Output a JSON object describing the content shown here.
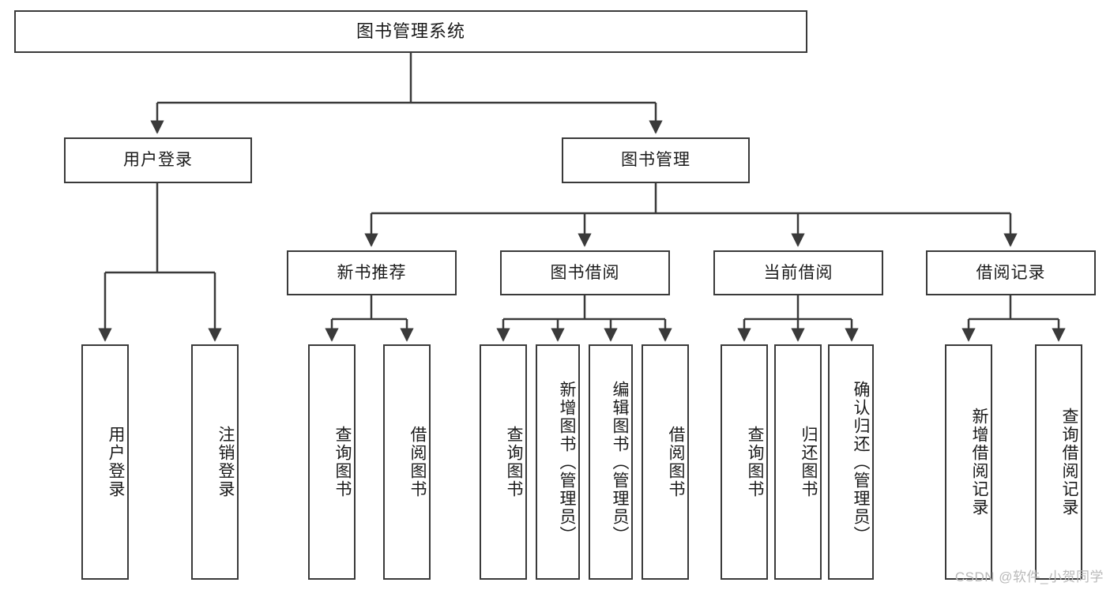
{
  "diagram": {
    "title": "图书管理系统",
    "type": "tree-hierarchy-chart",
    "stroke_color": "#3a3a3a",
    "background_color": "#ffffff",
    "text_color": "#1a1a1a"
  },
  "root": {
    "label": "图书管理系统"
  },
  "level2": [
    {
      "id": "user-login",
      "label": "用户登录"
    },
    {
      "id": "book-management",
      "label": "图书管理"
    }
  ],
  "level3": [
    {
      "id": "new-book-recommend",
      "label": "新书推荐",
      "parent": "book-management"
    },
    {
      "id": "book-borrow",
      "label": "图书借阅",
      "parent": "book-management"
    },
    {
      "id": "current-borrow",
      "label": "当前借阅",
      "parent": "book-management"
    },
    {
      "id": "borrow-record",
      "label": "借阅记录",
      "parent": "book-management"
    }
  ],
  "leaves": {
    "user_login": [
      {
        "id": "leaf-user-login",
        "label": "用户登录"
      },
      {
        "id": "leaf-logout-login",
        "label": "注销登录"
      }
    ],
    "new_book_recommend": [
      {
        "id": "leaf-query-book-1",
        "label": "查询图书"
      },
      {
        "id": "leaf-borrow-book-1",
        "label": "借阅图书"
      }
    ],
    "book_borrow": [
      {
        "id": "leaf-query-book-2",
        "label": "查询图书"
      },
      {
        "id": "leaf-add-book",
        "label": "新增图书（管理员）"
      },
      {
        "id": "leaf-edit-book",
        "label": "编辑图书（管理员）"
      },
      {
        "id": "leaf-borrow-book-2",
        "label": "借阅图书"
      }
    ],
    "current_borrow": [
      {
        "id": "leaf-query-book-3",
        "label": "查询图书"
      },
      {
        "id": "leaf-return-book",
        "label": "归还图书"
      },
      {
        "id": "leaf-confirm-return",
        "label": "确认归还（管理员）"
      }
    ],
    "borrow_record": [
      {
        "id": "leaf-add-record",
        "label": "新增借阅记录"
      },
      {
        "id": "leaf-query-record",
        "label": "查询借阅记录"
      }
    ]
  },
  "watermark": {
    "text": "CSDN @软件_小贺同学"
  }
}
